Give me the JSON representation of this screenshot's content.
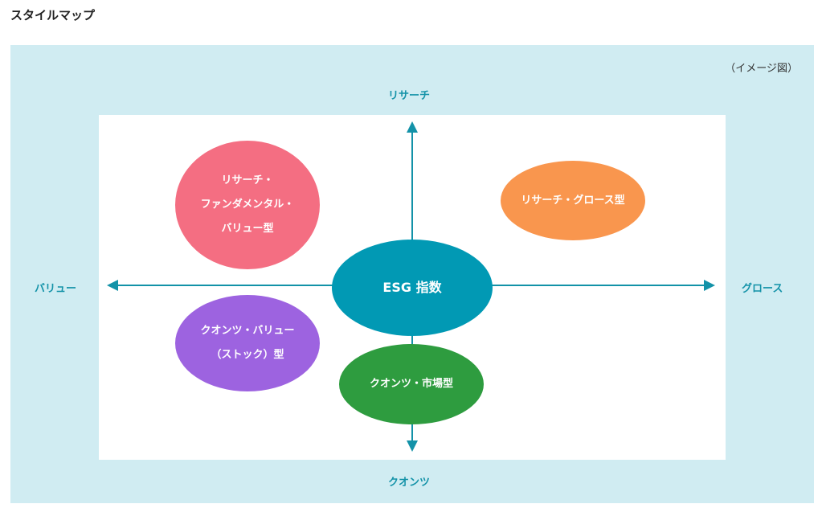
{
  "title": "スタイルマップ",
  "note": "（イメージ図）",
  "axes": {
    "top": "リサーチ",
    "bottom": "クオンツ",
    "left": "バリュー",
    "right": "グロース"
  },
  "styles": [
    {
      "lines": [
        "リサーチ・",
        "ファンダメンタル・",
        "バリュー型"
      ],
      "color": "#f46e82"
    },
    {
      "lines": [
        "リサーチ・グロース型"
      ],
      "color": "#f9964e"
    },
    {
      "lines": [
        "ESG 指数"
      ],
      "color": "#0199b4"
    },
    {
      "lines": [
        "クオンツ・バリュー",
        "（ストック）型"
      ],
      "color": "#9d63e0"
    },
    {
      "lines": [
        "クオンツ・市場型"
      ],
      "color": "#2e9c3f"
    }
  ],
  "colors": {
    "background": "#d0ecf2",
    "axis": "#1392a8"
  }
}
